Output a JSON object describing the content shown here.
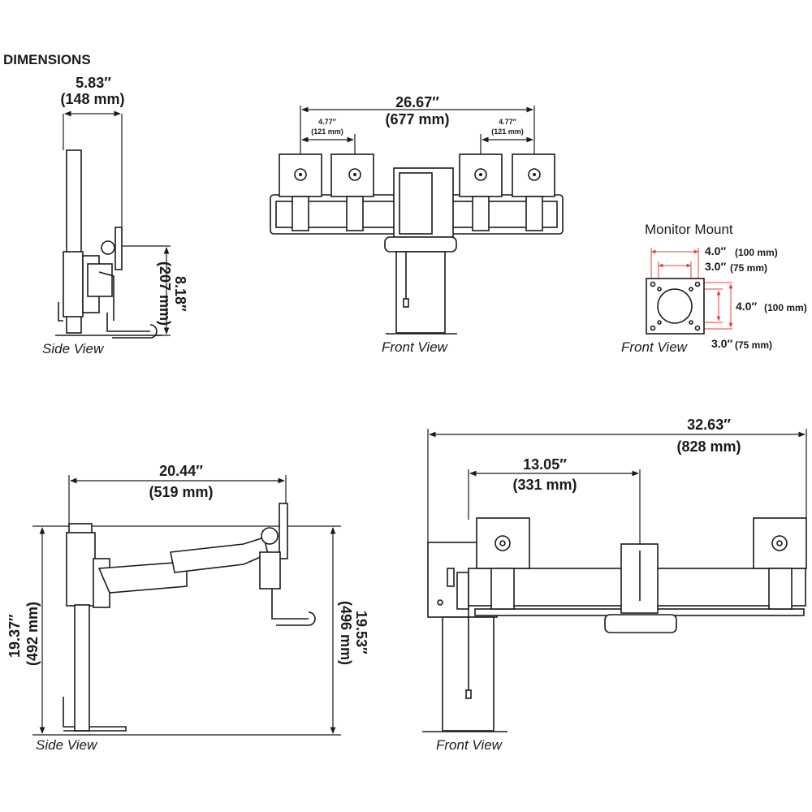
{
  "heading": "DIMENSIONS",
  "side_view_top": {
    "width_in": "5.83″",
    "width_mm": "(148 mm)",
    "height_in": "8.18″",
    "height_mm": "(207 mm)",
    "label": "Side View"
  },
  "front_view_top": {
    "width_in": "26.67″",
    "width_mm": "(677 mm)",
    "left_gap_in": "4.77″",
    "left_gap_mm": "(121 mm)",
    "right_gap_in": "4.77″",
    "right_gap_mm": "(121 mm)",
    "label": "Front View"
  },
  "monitor_mount": {
    "title": "Monitor Mount",
    "top_outer_in": "4.0″",
    "top_outer_mm": "(100 mm)",
    "top_inner_in": "3.0″",
    "top_inner_mm": "(75 mm)",
    "side_outer_in": "4.0″",
    "side_outer_mm": "(100 mm)",
    "side_inner_in": "3.0″",
    "side_inner_mm": "(75 mm)",
    "label": "Front View",
    "accent_color": "#d8443c"
  },
  "side_view_bottom": {
    "reach_in": "20.44″",
    "reach_mm": "(519 mm)",
    "left_height_in": "19.37″",
    "left_height_mm": "(492 mm)",
    "right_height_in": "19.53″",
    "right_height_mm": "(496 mm)",
    "label": "Side View"
  },
  "front_view_bottom": {
    "width_in": "32.63″",
    "width_mm": "(828 mm)",
    "center_in": "13.05″",
    "center_mm": "(331 mm)",
    "label": "Front View"
  }
}
